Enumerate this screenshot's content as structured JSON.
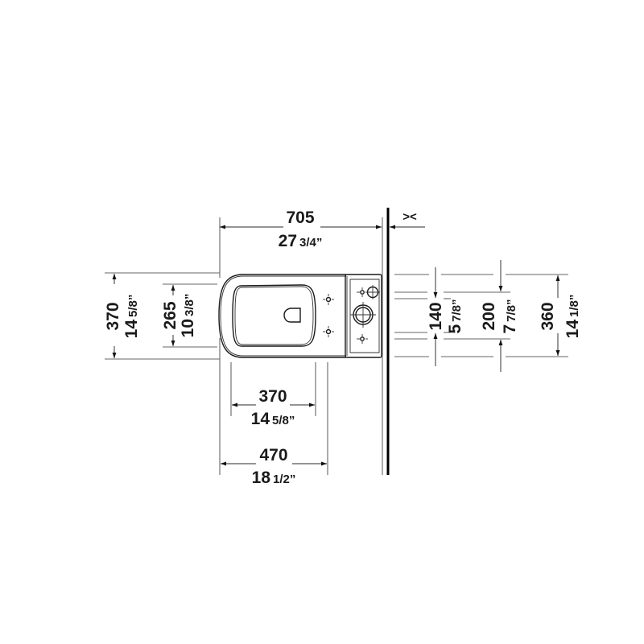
{
  "drawing": {
    "title": "Close-coupled toilet top view dimension drawing",
    "colors": {
      "line": "#555555",
      "outline": "#1a1a1a",
      "wall": "#000000",
      "background": "#ffffff"
    }
  },
  "dimensions": {
    "overall_length": {
      "mm": "705",
      "inch_whole": "27",
      "inch_frac": "3/4”"
    },
    "overall_width": {
      "mm": "370",
      "inch_whole": "14",
      "inch_frac": "5/8”"
    },
    "seat_width": {
      "mm": "265",
      "inch_whole": "10",
      "inch_frac": "3/8”"
    },
    "fixing_spacing_width": {
      "mm": "140",
      "inch_whole": "5",
      "inch_frac": "7/8”"
    },
    "fixing_outer_width": {
      "mm": "200",
      "inch_whole": "7",
      "inch_frac": "7/8”"
    },
    "cistern_width": {
      "mm": "360",
      "inch_whole": "14",
      "inch_frac": "1/8”"
    },
    "fixing_to_wall_inner": {
      "mm": "370",
      "inch_whole": "14",
      "inch_frac": "5/8”"
    },
    "fixing_to_wall_outer": {
      "mm": "470",
      "inch_whole": "18",
      "inch_frac": "1/2”"
    }
  },
  "markers": {
    "wall_gap_symbol": "><"
  }
}
